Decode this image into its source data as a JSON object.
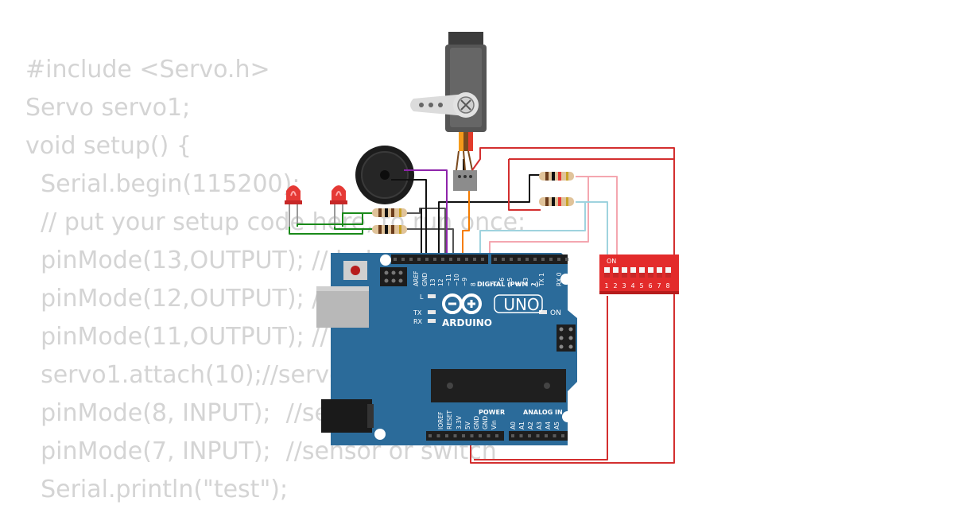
{
  "code_lines": [
    "#include <Servo.h>",
    "Servo servo1;",
    "void setup() {",
    "  Serial.begin(115200);",
    "  // put your setup code here, to run once:",
    "  pinMode(13,OUTPUT); // led",
    "  pinMode(12,OUTPUT); // led",
    "  pinMode(11,OUTPUT); // buzzer",
    "  servo1.attach(10);//servo",
    "  pinMode(8, INPUT);  //sensor or switch",
    "  pinMode(7, INPUT);  //sensor or switch",
    "  Serial.println(\"test\");"
  ],
  "board": {
    "brand": "ARDUINO",
    "model": "UNO",
    "on_label": "ON",
    "l_label": "L",
    "tx_label": "TX",
    "rx_label": "RX",
    "digital_label": "DIGITAL (PWM ~)",
    "power_label": "POWER",
    "analog_label": "ANALOG IN",
    "top_pins": [
      "AREF",
      "GND",
      "13",
      "12",
      "~11",
      "~10",
      "~9",
      "8",
      "7",
      "~6",
      "~5",
      "4",
      "~3",
      "2",
      "TX 1",
      "RX 0"
    ],
    "power_pins": [
      "IOREF",
      "RESET",
      "3.3V",
      "5V",
      "GND",
      "GND",
      "Vin"
    ],
    "analog_pins": [
      "A0",
      "A1",
      "A2",
      "A3",
      "A4",
      "A5"
    ]
  },
  "dip_switch": {
    "on_label": "ON",
    "numbers": [
      "1",
      "2",
      "3",
      "4",
      "5",
      "6",
      "7",
      "8"
    ]
  },
  "colors": {
    "board": "#2b6b9a",
    "wire_red": "#d32f2f",
    "wire_green": "#1a8a1a",
    "wire_black": "#111111",
    "wire_purple": "#8e24aa",
    "wire_orange": "#f57c00",
    "wire_pink": "#f4a7b0",
    "wire_lightblue": "#9fd3de",
    "led": "#e53935",
    "dip": "#e32b2b"
  }
}
